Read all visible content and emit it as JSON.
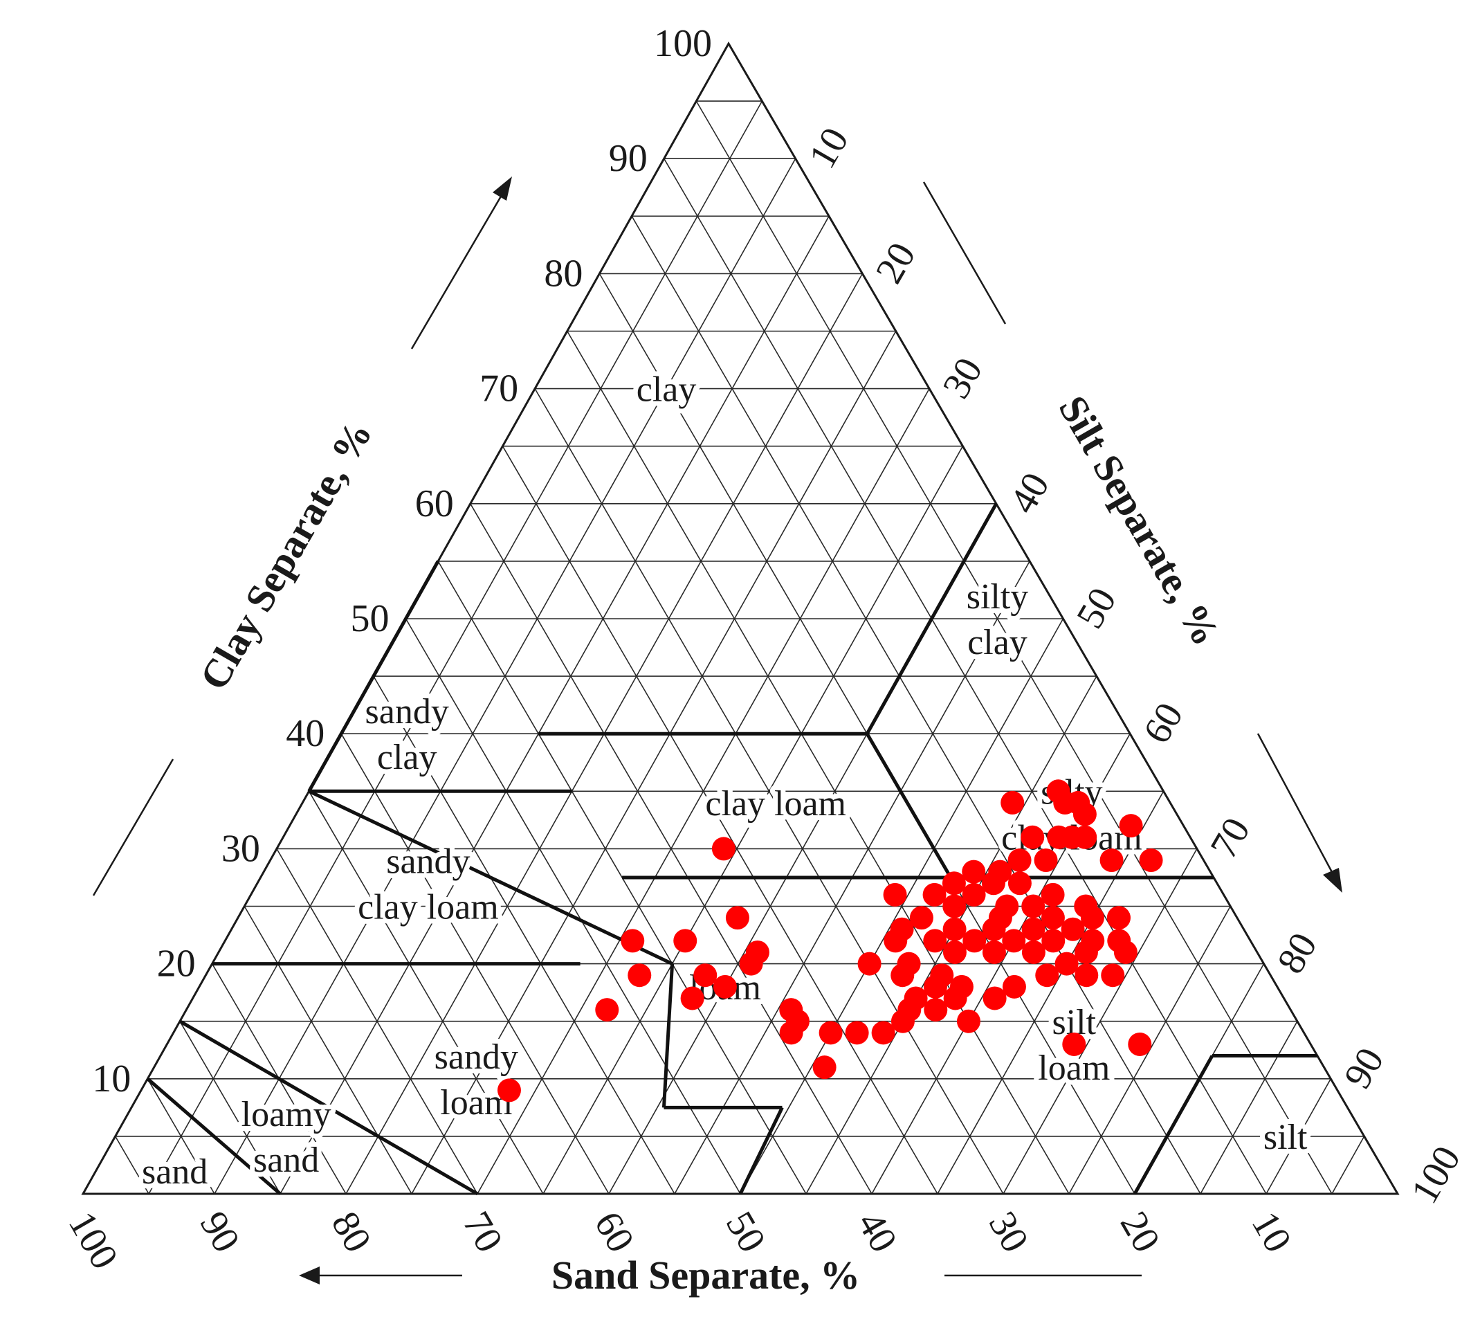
{
  "chart_data": {
    "type": "scatter",
    "subtype": "ternary",
    "axes": {
      "clay": {
        "label": "Clay Separate, %",
        "range": [
          0,
          100
        ],
        "ticks": [
          10,
          20,
          30,
          40,
          50,
          60,
          70,
          80,
          90,
          100
        ]
      },
      "silt": {
        "label": "Silt Separate, %",
        "range": [
          0,
          100
        ],
        "ticks": [
          10,
          20,
          30,
          40,
          50,
          60,
          70,
          80,
          90,
          100
        ]
      },
      "sand": {
        "label": "Sand Separate, %",
        "range": [
          0,
          100
        ],
        "ticks": [
          100,
          90,
          80,
          70,
          60,
          50,
          40,
          30,
          20,
          10
        ]
      }
    },
    "grid": true,
    "grid_step": 5,
    "regions": [
      {
        "lines": [
          "clay"
        ],
        "at": [
          20,
          70
        ]
      },
      {
        "lines": [
          "silty",
          "clay"
        ],
        "at": [
          5,
          50
        ]
      },
      {
        "lines": [
          "sandy",
          "clay"
        ],
        "at": [
          55,
          40
        ]
      },
      {
        "lines": [
          "clay loam"
        ],
        "at": [
          30,
          34
        ]
      },
      {
        "lines": [
          "silty",
          "clay loam"
        ],
        "at": [
          8,
          33
        ]
      },
      {
        "lines": [
          "sandy",
          "clay loam"
        ],
        "at": [
          60,
          27
        ]
      },
      {
        "lines": [
          "loam"
        ],
        "at": [
          42,
          18
        ]
      },
      {
        "lines": [
          "silt",
          "loam"
        ],
        "at": [
          18,
          13
        ]
      },
      {
        "lines": [
          "sandy",
          "loam"
        ],
        "at": [
          65,
          10
        ]
      },
      {
        "lines": [
          "loamy",
          "sand"
        ],
        "at": [
          82,
          5
        ]
      },
      {
        "lines": [
          "sand"
        ],
        "at": [
          92,
          2
        ]
      },
      {
        "lines": [
          "silt"
        ],
        "at": [
          6,
          5
        ]
      }
    ],
    "boundaries": [
      [
        [
          45,
          55
        ],
        [
          65,
          35
        ]
      ],
      [
        [
          65,
          35
        ],
        [
          45,
          20
        ]
      ],
      [
        [
          45,
          20
        ],
        [
          52,
          7.5
        ]
      ],
      [
        [
          52,
          7.5
        ],
        [
          43,
          7.5
        ]
      ],
      [
        [
          43,
          7.5
        ],
        [
          50,
          0
        ]
      ],
      [
        [
          45,
          40
        ],
        [
          20,
          40
        ]
      ],
      [
        [
          20,
          40
        ],
        [
          0,
          60
        ]
      ],
      [
        [
          20,
          40
        ],
        [
          20,
          27.5
        ]
      ],
      [
        [
          45,
          27.5
        ],
        [
          0,
          27.5
        ]
      ],
      [
        [
          65,
          35
        ],
        [
          45,
          35
        ]
      ],
      [
        [
          80,
          20
        ],
        [
          52,
          20
        ]
      ],
      [
        [
          85,
          15
        ],
        [
          70,
          0
        ]
      ],
      [
        [
          90,
          10
        ],
        [
          85,
          0
        ]
      ],
      [
        [
          20,
          0
        ],
        [
          8,
          12
        ]
      ],
      [
        [
          8,
          12
        ],
        [
          0,
          12
        ]
      ]
    ],
    "series": [
      {
        "color": "#ff0000",
        "points": [
          {
            "sand": 7,
            "clay": 34
          },
          {
            "sand": 8,
            "clay": 35
          },
          {
            "sand": 8,
            "clay": 34
          },
          {
            "sand": 7,
            "clay": 33
          },
          {
            "sand": 12,
            "clay": 34
          },
          {
            "sand": 36,
            "clay": 30
          },
          {
            "sand": 4,
            "clay": 32
          },
          {
            "sand": 4,
            "clay": 29
          },
          {
            "sand": 8,
            "clay": 31
          },
          {
            "sand": 9,
            "clay": 31
          },
          {
            "sand": 10,
            "clay": 31
          },
          {
            "sand": 12,
            "clay": 31
          },
          {
            "sand": 12,
            "clay": 29
          },
          {
            "sand": 14,
            "clay": 29
          },
          {
            "sand": 7,
            "clay": 29
          },
          {
            "sand": 16,
            "clay": 28
          },
          {
            "sand": 18,
            "clay": 28
          },
          {
            "sand": 15,
            "clay": 27
          },
          {
            "sand": 17,
            "clay": 27
          },
          {
            "sand": 20,
            "clay": 27
          },
          {
            "sand": 25,
            "clay": 26
          },
          {
            "sand": 22,
            "clay": 26
          },
          {
            "sand": 19,
            "clay": 26
          },
          {
            "sand": 13,
            "clay": 26
          },
          {
            "sand": 11,
            "clay": 25
          },
          {
            "sand": 15,
            "clay": 25
          },
          {
            "sand": 17,
            "clay": 25
          },
          {
            "sand": 21,
            "clay": 25
          },
          {
            "sand": 24,
            "clay": 24
          },
          {
            "sand": 18,
            "clay": 24
          },
          {
            "sand": 14,
            "clay": 24
          },
          {
            "sand": 11,
            "clay": 24
          },
          {
            "sand": 9,
            "clay": 24
          },
          {
            "sand": 13,
            "clay": 23
          },
          {
            "sand": 16,
            "clay": 23
          },
          {
            "sand": 19,
            "clay": 23
          },
          {
            "sand": 22,
            "clay": 23
          },
          {
            "sand": 26,
            "clay": 23
          },
          {
            "sand": 12,
            "clay": 22
          },
          {
            "sand": 15,
            "clay": 22
          },
          {
            "sand": 18,
            "clay": 22
          },
          {
            "sand": 21,
            "clay": 22
          },
          {
            "sand": 24,
            "clay": 22
          },
          {
            "sand": 27,
            "clay": 22
          },
          {
            "sand": 10,
            "clay": 21
          },
          {
            "sand": 13,
            "clay": 21
          },
          {
            "sand": 17,
            "clay": 21
          },
          {
            "sand": 20,
            "clay": 21
          },
          {
            "sand": 23,
            "clay": 21
          },
          {
            "sand": 27,
            "clay": 20
          },
          {
            "sand": 30,
            "clay": 20
          },
          {
            "sand": 15,
            "clay": 20
          },
          {
            "sand": 25,
            "clay": 19
          },
          {
            "sand": 28,
            "clay": 19
          },
          {
            "sand": 17,
            "clay": 19
          },
          {
            "sand": 14,
            "clay": 19
          },
          {
            "sand": 12,
            "clay": 19
          },
          {
            "sand": 26,
            "clay": 18
          },
          {
            "sand": 24,
            "clay": 18
          },
          {
            "sand": 20,
            "clay": 18
          },
          {
            "sand": 22,
            "clay": 17
          },
          {
            "sand": 25,
            "clay": 17
          },
          {
            "sand": 28,
            "clay": 17
          },
          {
            "sand": 27,
            "clay": 16
          },
          {
            "sand": 29,
            "clay": 16
          },
          {
            "sand": 30,
            "clay": 15
          },
          {
            "sand": 25,
            "clay": 15
          },
          {
            "sand": 32,
            "clay": 14
          },
          {
            "sand": 34,
            "clay": 14
          },
          {
            "sand": 36,
            "clay": 14
          },
          {
            "sand": 43,
            "clay": 22
          },
          {
            "sand": 39,
            "clay": 20
          },
          {
            "sand": 38,
            "clay": 21
          },
          {
            "sand": 38,
            "clay": 24
          },
          {
            "sand": 42,
            "clay": 18
          },
          {
            "sand": 38,
            "clay": 16
          },
          {
            "sand": 38,
            "clay": 15
          },
          {
            "sand": 39,
            "clay": 14
          },
          {
            "sand": 38,
            "clay": 11
          },
          {
            "sand": 48,
            "clay": 19
          },
          {
            "sand": 47,
            "clay": 22
          },
          {
            "sand": 52,
            "clay": 16
          },
          {
            "sand": 45,
            "clay": 17
          },
          {
            "sand": 43,
            "clay": 19
          },
          {
            "sand": 63,
            "clay": 9
          },
          {
            "sand": 18,
            "clay": 13
          },
          {
            "sand": 13,
            "clay": 13
          },
          {
            "sand": 10,
            "clay": 22
          },
          {
            "sand": 9,
            "clay": 24
          }
        ]
      }
    ]
  }
}
